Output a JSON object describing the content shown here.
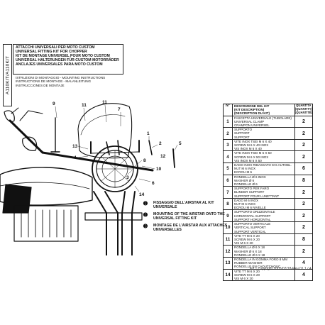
{
  "document": {
    "code_vertical": "A110KIT/A110KIT",
    "title_lines": [
      "ATTACCHI UNIVERSALI PER MOTO CUSTOM",
      "UNIVERSAL FITTING KIT FOR CHOPPER",
      "KIT DE MONTAGE UNIVERSEL POUR MOTO CUSTOM",
      "UNIVERSAL HALTERUNGEN FÜR CUSTOM MOTORRÄDER",
      "ANCLAJES UNIVERSALES PARA MOTO CUSTOM"
    ],
    "instruction_lines": [
      "ISTRUZIONI DI MONTAGGIO - MOUNTING INSTRUCTIONS",
      "INSTRUCTIONS DE MONTAGE - MALANLEITUNG",
      "INSTRUCCIONES DE MONTAJE"
    ],
    "callouts": [
      "9",
      "11",
      "11",
      "7",
      "1",
      "2",
      "5",
      "8",
      "3",
      "14",
      "13",
      "4",
      "6",
      "10",
      "12"
    ],
    "mounting_notes": [
      {
        "bullet": "➊",
        "text": "FISSAGGIO DELL'AIRSTAR AL KIT UNIVERSALE"
      },
      {
        "bullet": "➋",
        "text": "MOUNTING OF THE AIRSTAR ONTO THE UNIVERSAL FITTING KIT"
      },
      {
        "bullet": "➌",
        "text": "MONTAGE DE L'AIRSTAR AUX ATTACHES UNIVERSELLES"
      }
    ],
    "footer": "Ed 1 copyright 2005/07/18-Rev.01 1 / 4"
  },
  "parts_table": {
    "headers": {
      "no": "N°",
      "desc": [
        "DESCRIZIONE DEL KIT",
        "(KIT DESCRIPTION)",
        "(DESCRIPTION DU KIT)"
      ],
      "qty": [
        "QUANTITÀ",
        "(QUANTITY)",
        "(QUANTITÉ)"
      ]
    },
    "rows": [
      {
        "no": "1",
        "desc": [
          "FASCETTA UNIVERSALE (tubolare)",
          "UNIVERSAL CLAMP",
          "CRAMPON UNIVERSEL"
        ],
        "qty": "2"
      },
      {
        "no": "2",
        "desc": [
          "SUPPORTO",
          "SUPPORT",
          "SUPPORT"
        ],
        "qty": "2"
      },
      {
        "no": "3",
        "desc": [
          "VITE INOX TSEI M 6 X 40",
          "SCREW M 6 X 40 INOX",
          "VIS INOX M 6 X 40"
        ],
        "qty": "2"
      },
      {
        "no": "4",
        "desc": [
          "VITE INOX TSEI M 6 X 50",
          "SCREW M 6 X 50 INOX",
          "VIS INOX M 6 X 50"
        ],
        "qty": "2"
      },
      {
        "no": "5",
        "desc": [
          "DADO INOX RIBASSATO M 6 AUTOBL.",
          "NUT M 6 INOX",
          "ECROU M 6"
        ],
        "qty": "6"
      },
      {
        "no": "6",
        "desc": [
          "RONDELLA Ø 6 INOX",
          "WASHER Ø 6",
          "RONDELLE Ø 6"
        ],
        "qty": "8"
      },
      {
        "no": "7",
        "desc": [
          "SUPPORTO PER FARO",
          "BLINDER SUPPORT",
          "SUPPORT POUR LUNETTANT"
        ],
        "qty": "2"
      },
      {
        "no": "8",
        "desc": [
          "DADO M 6 INOX",
          "NUT M 6 INOX",
          "ECROU M 6 NIVELLE"
        ],
        "qty": "2"
      },
      {
        "no": "9",
        "desc": [
          "SUPPORTO ORIZZONTALE",
          "HORIZONTAL SUPPORT",
          "SUPPORT HORIZONTAL"
        ],
        "qty": "2"
      },
      {
        "no": "10",
        "desc": [
          "SUPPORTO VERTICALE",
          "VERTICAL SUPPORT",
          "SUPPORT VERTICAL"
        ],
        "qty": "2"
      },
      {
        "no": "11",
        "desc": [
          "VITE TT M 6 X 20",
          "SCREW M 6 X 20",
          "VIS M 6 X 20"
        ],
        "qty": "8"
      },
      {
        "no": "12",
        "desc": [
          "RONDELLA Ø 6 X 18",
          "WASHER Ø 6 X 18",
          "RONDELLE Ø 6 X 18"
        ],
        "qty": "2"
      },
      {
        "no": "13",
        "desc": [
          "RONDELLA IN GOMMA FORO 8 mm",
          "RUBBER WASHER",
          "RONDELLE EN CAOUTCHOUC"
        ],
        "qty": "4"
      },
      {
        "no": "14",
        "desc": [
          "VITE TT M 6 X 20",
          "SCREW M 6 X 20",
          "VIS M 6 X 20"
        ],
        "qty": "4"
      }
    ]
  }
}
